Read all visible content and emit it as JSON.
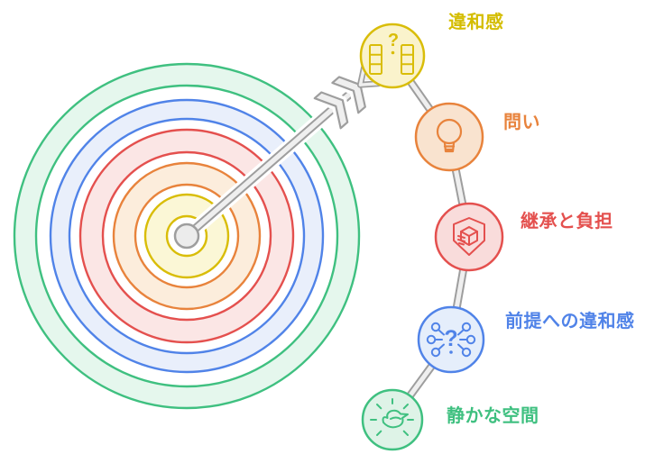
{
  "diagram": {
    "kind": "target-with-arrow-flow",
    "background": "#ffffff",
    "connector": {
      "stroke": "#9e9e9e",
      "inner": "#efefef"
    },
    "arrow": {
      "stroke": "#9e9e9e",
      "fill": "#efefef",
      "casing": "#ffffff"
    },
    "target": {
      "rings": [
        {
          "name": "green-outer-ring",
          "stroke": "#3fc080",
          "fill": "#e5f7ed"
        },
        {
          "name": "blue-ring",
          "stroke": "#5083e8",
          "fill": "#e9effb"
        },
        {
          "name": "red-ring",
          "stroke": "#e4504e",
          "fill": "#fbe6e5"
        },
        {
          "name": "orange-ring",
          "stroke": "#e8833c",
          "fill": "#fceddc"
        },
        {
          "name": "yellow-bullseye",
          "stroke": "#d9bd08",
          "fill": "#fbf7d6"
        }
      ],
      "center_knob": {
        "stroke": "#9e9e9e",
        "fill": "#ececec"
      }
    },
    "nodes": [
      {
        "label": "違和感",
        "icon": "compare-columns-question-icon",
        "stroke": "#d9bd08",
        "fill": "#faf3cc",
        "label_color": "#d4bd00",
        "glyph": "?"
      },
      {
        "label": "問い",
        "icon": "lightbulb-icon",
        "stroke": "#e8833c",
        "fill": "#f9e3cf",
        "label_color": "#e8833c",
        "glyph": ""
      },
      {
        "label": "継承と負担",
        "icon": "shield-package-icon",
        "stroke": "#e4504e",
        "fill": "#f9dcdb",
        "label_color": "#e4504e",
        "glyph": ""
      },
      {
        "label": "前提への違和感",
        "icon": "network-question-icon",
        "stroke": "#5083e8",
        "fill": "#e5eefb",
        "label_color": "#5083e8",
        "glyph": "?"
      },
      {
        "label": "静かな空間",
        "icon": "dove-icon",
        "stroke": "#3fc080",
        "fill": "#def3e7",
        "label_color": "#3fc080",
        "glyph": ""
      }
    ]
  }
}
